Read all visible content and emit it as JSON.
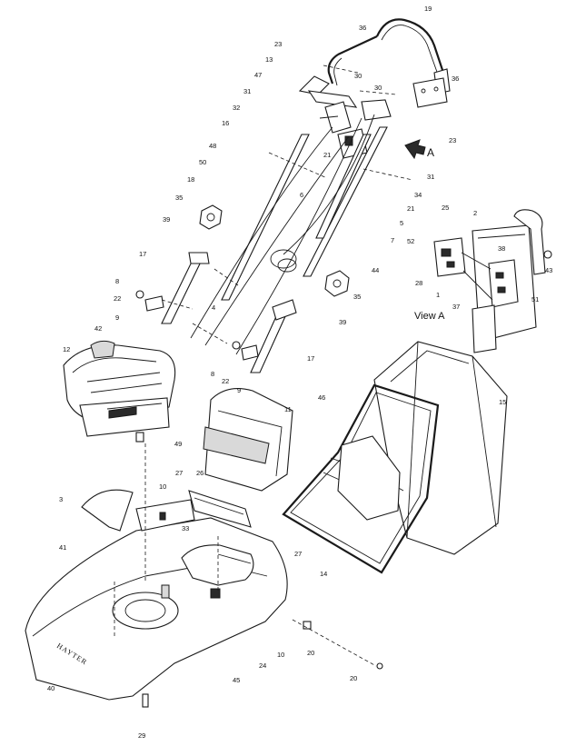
{
  "view_label": "View A",
  "arrow_label": "A",
  "brand_text": "HAYTER",
  "callouts": [
    {
      "id": "c19a",
      "text": "19"
    },
    {
      "id": "c36a",
      "text": "36"
    },
    {
      "id": "c23a",
      "text": "23"
    },
    {
      "id": "c13",
      "text": "13"
    },
    {
      "id": "c47",
      "text": "47"
    },
    {
      "id": "c31a",
      "text": "31"
    },
    {
      "id": "c32",
      "text": "32"
    },
    {
      "id": "c16",
      "text": "16"
    },
    {
      "id": "c48",
      "text": "48"
    },
    {
      "id": "c50",
      "text": "50"
    },
    {
      "id": "c18",
      "text": "18"
    },
    {
      "id": "c35a",
      "text": "35"
    },
    {
      "id": "c39a",
      "text": "39"
    },
    {
      "id": "c30a",
      "text": "30"
    },
    {
      "id": "c30b",
      "text": "30"
    },
    {
      "id": "c36b",
      "text": "36"
    },
    {
      "id": "c23b",
      "text": "23"
    },
    {
      "id": "c21a",
      "text": "21"
    },
    {
      "id": "c31b",
      "text": "31"
    },
    {
      "id": "c6",
      "text": "6"
    },
    {
      "id": "c34",
      "text": "34"
    },
    {
      "id": "c21b",
      "text": "21"
    },
    {
      "id": "c25",
      "text": "25"
    },
    {
      "id": "c2",
      "text": "2"
    },
    {
      "id": "c5",
      "text": "5"
    },
    {
      "id": "c7",
      "text": "7"
    },
    {
      "id": "c52",
      "text": "52"
    },
    {
      "id": "c38",
      "text": "38"
    },
    {
      "id": "c43",
      "text": "43"
    },
    {
      "id": "c44",
      "text": "44"
    },
    {
      "id": "c28",
      "text": "28"
    },
    {
      "id": "c1",
      "text": "1"
    },
    {
      "id": "c37",
      "text": "37"
    },
    {
      "id": "c51",
      "text": "51"
    },
    {
      "id": "c17a",
      "text": "17"
    },
    {
      "id": "c8a",
      "text": "8"
    },
    {
      "id": "c22a",
      "text": "22"
    },
    {
      "id": "c9a",
      "text": "9"
    },
    {
      "id": "c42",
      "text": "42"
    },
    {
      "id": "c4",
      "text": "4"
    },
    {
      "id": "c35b",
      "text": "35"
    },
    {
      "id": "c39b",
      "text": "39"
    },
    {
      "id": "c12",
      "text": "12"
    },
    {
      "id": "c17b",
      "text": "17"
    },
    {
      "id": "c8b",
      "text": "8"
    },
    {
      "id": "c22b",
      "text": "22"
    },
    {
      "id": "c9b",
      "text": "9"
    },
    {
      "id": "c46",
      "text": "46"
    },
    {
      "id": "c15",
      "text": "15"
    },
    {
      "id": "c11",
      "text": "11"
    },
    {
      "id": "c49",
      "text": "49"
    },
    {
      "id": "c27a",
      "text": "27"
    },
    {
      "id": "c26",
      "text": "26"
    },
    {
      "id": "c3",
      "text": "3"
    },
    {
      "id": "c10a",
      "text": "10"
    },
    {
      "id": "c33",
      "text": "33"
    },
    {
      "id": "c41",
      "text": "41"
    },
    {
      "id": "c27b",
      "text": "27"
    },
    {
      "id": "c14",
      "text": "14"
    },
    {
      "id": "c24",
      "text": "24"
    },
    {
      "id": "c10b",
      "text": "10"
    },
    {
      "id": "c20a",
      "text": "20"
    },
    {
      "id": "c20b",
      "text": "20"
    },
    {
      "id": "c45",
      "text": "45"
    },
    {
      "id": "c40",
      "text": "40"
    },
    {
      "id": "c29",
      "text": "29"
    }
  ]
}
